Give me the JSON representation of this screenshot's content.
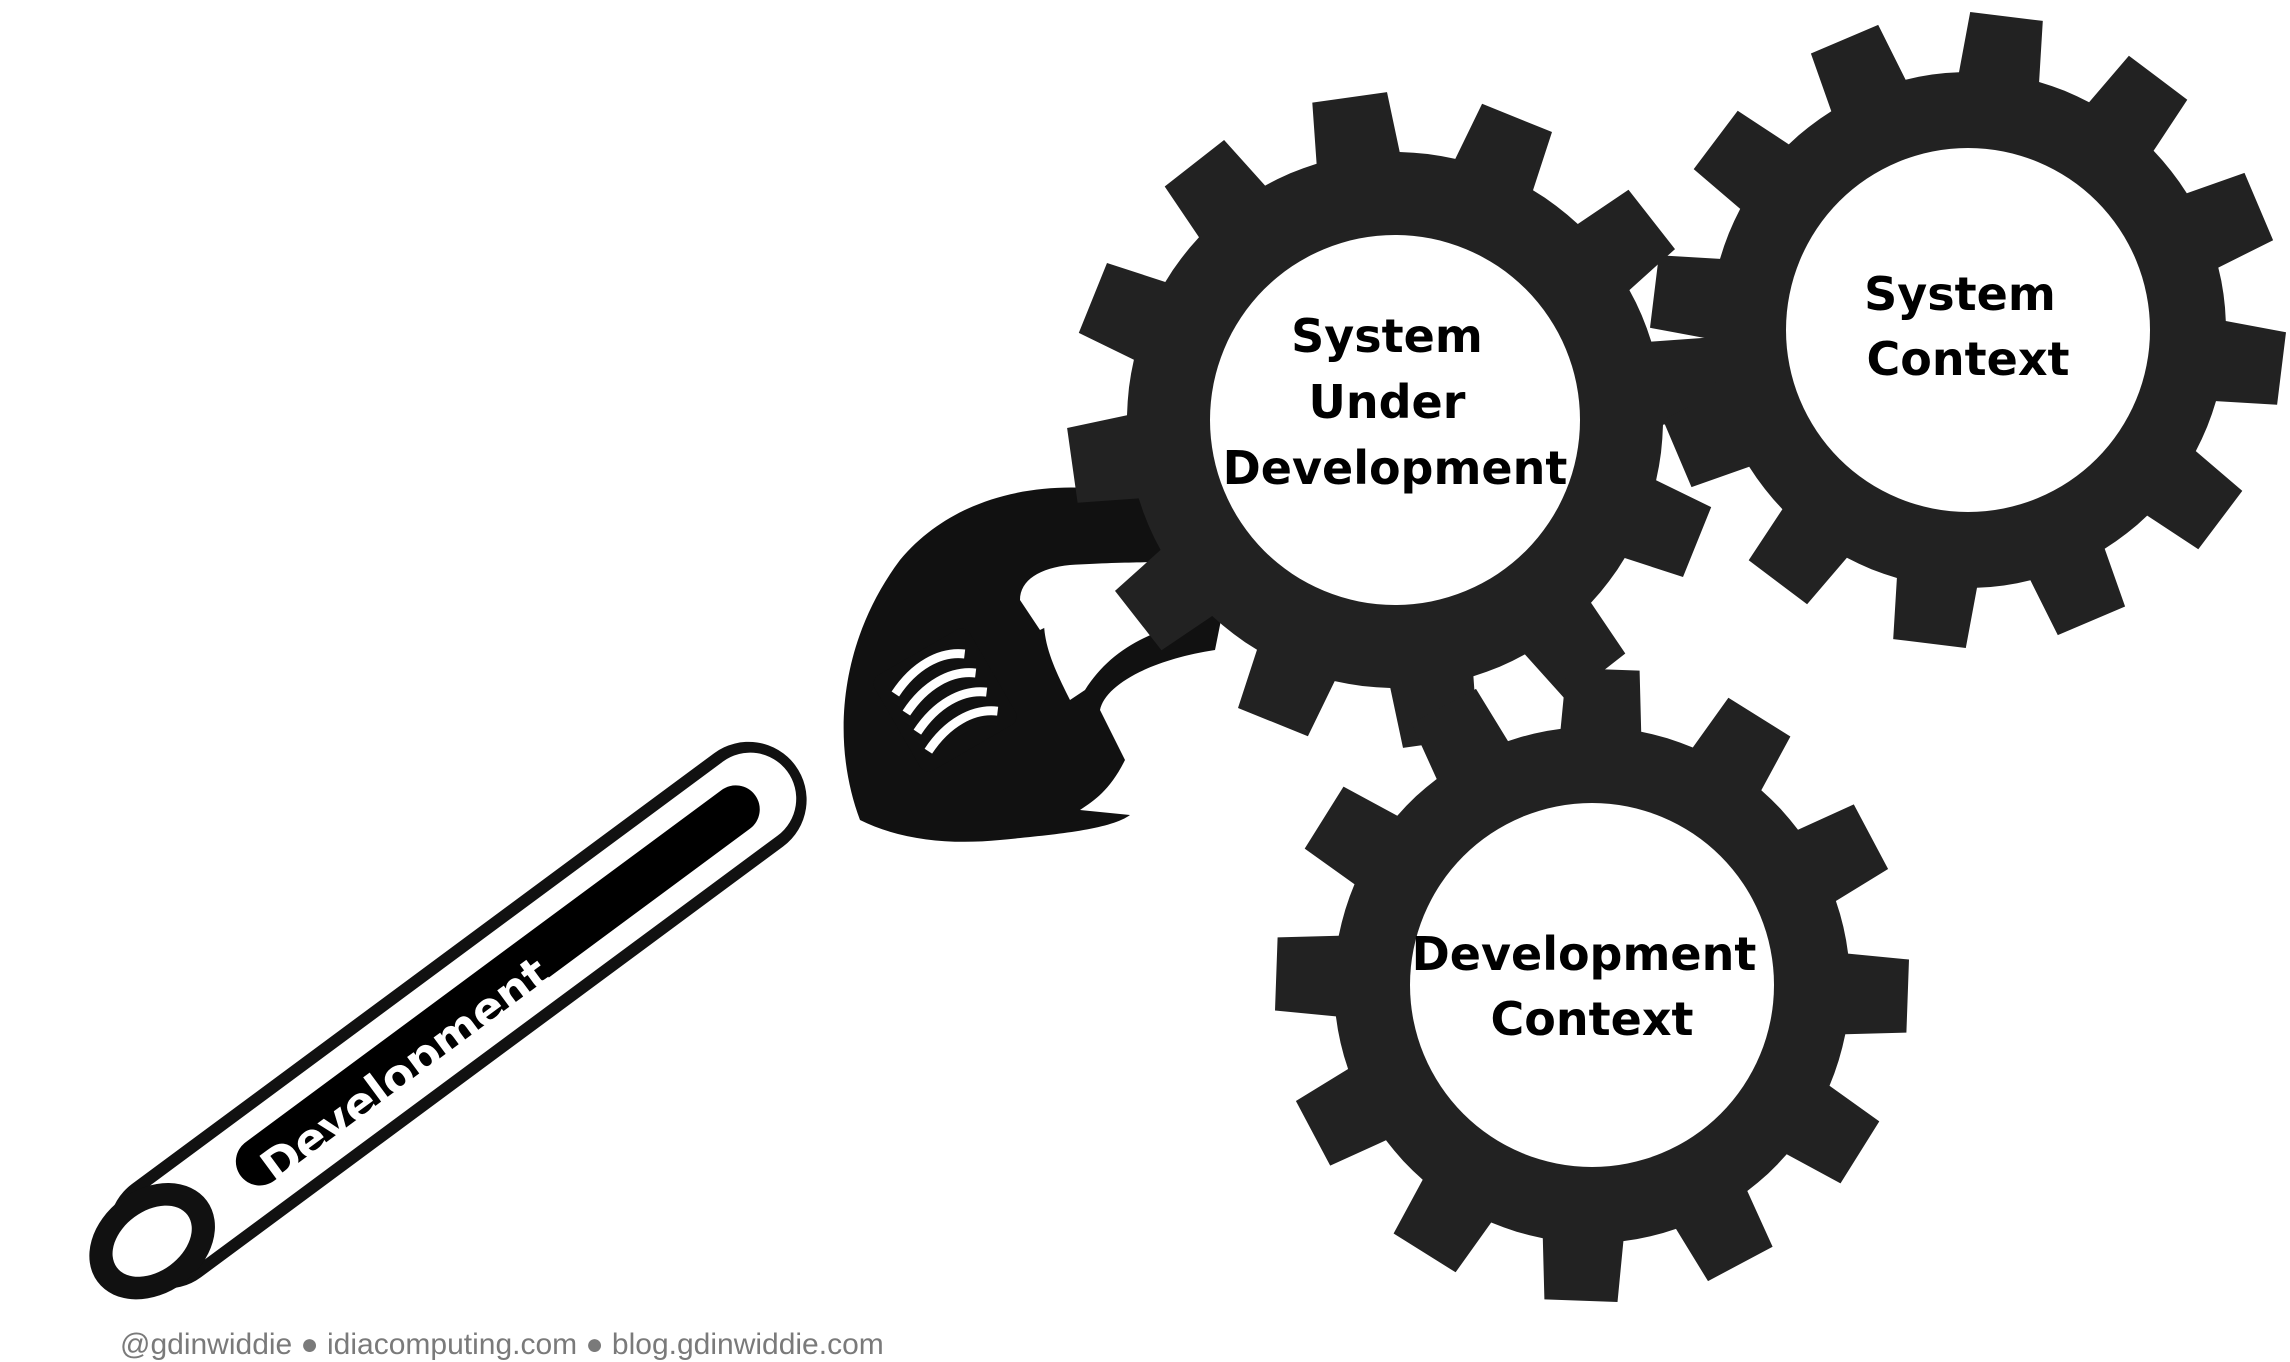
{
  "gears": [
    {
      "id": "system-under-development",
      "lines": [
        "System",
        "Under",
        "Development"
      ]
    },
    {
      "id": "system-context",
      "lines": [
        "System",
        "Context"
      ]
    },
    {
      "id": "development-context",
      "lines": [
        "Development",
        "Context"
      ]
    }
  ],
  "wrench": {
    "label": "Development"
  },
  "footer": {
    "text": "@gdinwiddie ● idiacomputing.com ● blog.gdinwiddie.com"
  },
  "colors": {
    "ink": "#222222",
    "background": "#ffffff",
    "footer_text": "#7a7a7a"
  },
  "icons": {
    "gear": "gear-icon",
    "wrench": "adjustable-wrench-icon"
  }
}
